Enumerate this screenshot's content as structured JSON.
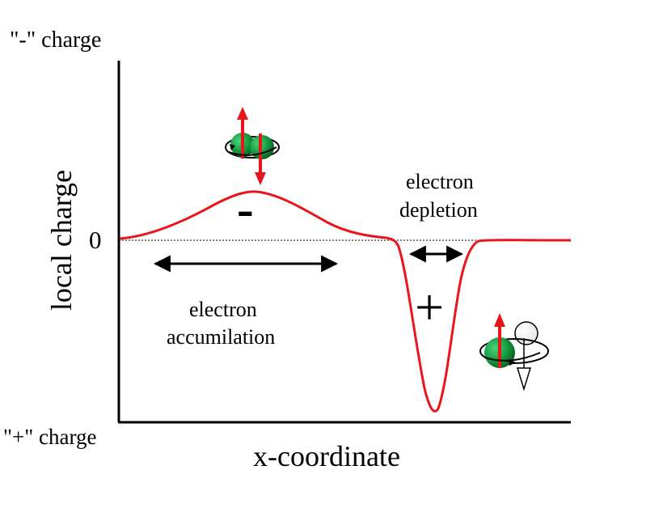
{
  "labels": {
    "top_charge": "\"-\" charge",
    "bottom_charge": "\"+\" charge",
    "zero": "0",
    "y_axis": "local charge",
    "x_axis": "x-coordinate",
    "accumulation_line1": "electron",
    "accumulation_line2": "accumilation",
    "depletion_line1": "electron",
    "depletion_line2": "depletion",
    "minus": "-",
    "plus": "+"
  },
  "colors": {
    "curve": "#e8151b",
    "axis": "#000000",
    "electron_sphere": "#119a3c",
    "spin_arrow": "#e8151b",
    "hole_arrow": "#ffffff"
  },
  "icons": [
    "spin-pair-icon",
    "spin-hole-icon"
  ]
}
